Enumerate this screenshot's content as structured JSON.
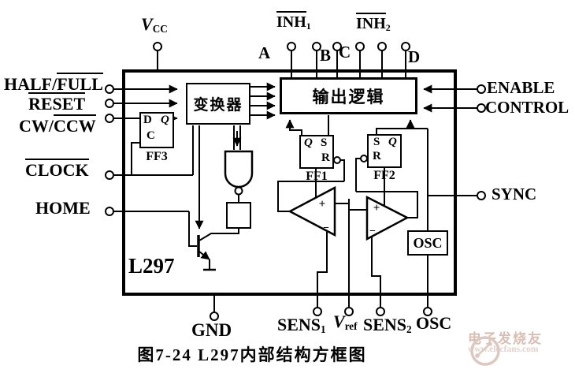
{
  "figure": {
    "caption": "图7-24  L297内部结构方框图",
    "chip": "L297"
  },
  "blocks": {
    "converter": "变换器",
    "output_logic": "输出逻辑",
    "osc": "OSC",
    "ff1": {
      "label": "FF1",
      "q": "Q",
      "s": "S",
      "r": "R"
    },
    "ff2": {
      "label": "FF2",
      "s": "S",
      "q": "Q",
      "r": "R"
    },
    "ff3": {
      "label": "FF3",
      "d": "D",
      "q": "Q",
      "c": "C"
    },
    "comparators": {
      "plus": "+",
      "minus": "−"
    }
  },
  "pins": {
    "vcc": {
      "base": "V",
      "sub": "CC"
    },
    "inh1": {
      "base": "INH",
      "sub": "1"
    },
    "inh2": {
      "base": "INH",
      "sub": "2"
    },
    "a": "A",
    "b": "B",
    "c": "C",
    "d": "D",
    "half_full": {
      "plain": "HALF/",
      "bar": "FULL"
    },
    "reset": {
      "bar": "RESET"
    },
    "cw_ccw": {
      "plain": "CW/",
      "bar": "CCW"
    },
    "clock": {
      "bar": "CLOCK"
    },
    "home": "HOME",
    "enable": "ENABLE",
    "control": "CONTROL",
    "sync": "SYNC",
    "gnd": "GND",
    "sens1": {
      "base": "SENS",
      "sub": "1"
    },
    "vref": {
      "base": "V",
      "sub": "ref"
    },
    "sens2": {
      "base": "SENS",
      "sub": "2"
    },
    "osc": "OSC"
  },
  "watermark": {
    "title": "电子发烧友",
    "url": "www.elecfans.com",
    "color": "#d8bfb6"
  }
}
